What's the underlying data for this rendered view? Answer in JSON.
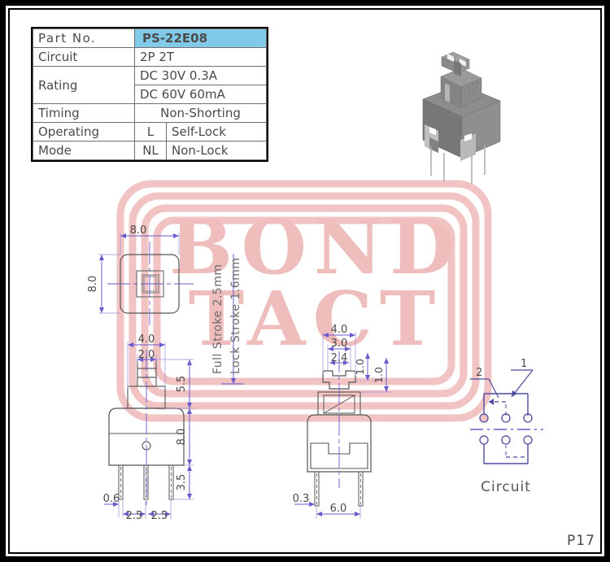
{
  "document": {
    "page_number": "P17",
    "watermark_line1": "BOND",
    "watermark_line2": "TACT"
  },
  "spec_table": {
    "rows": [
      {
        "label": "Part No.",
        "value": "PS-22E08",
        "highlight": true
      },
      {
        "label": "Circuit",
        "value": "2P  2T"
      },
      {
        "label": "Rating",
        "value": "DC  30V  0.3A"
      },
      {
        "label": "Rating2",
        "value": "DC  60V  60mA"
      },
      {
        "label": "Timing",
        "value": "Non-Shorting"
      },
      {
        "label": "Operating",
        "code": "L",
        "value": "Self-Lock"
      },
      {
        "label": "Mode",
        "code": "NL",
        "value": "Non-Lock"
      }
    ],
    "labels": {
      "part_no": "Part No.",
      "circuit": "Circuit",
      "rating": "Rating",
      "timing": "Timing",
      "operating": "Operating",
      "mode": "Mode"
    },
    "values": {
      "part_no": "PS-22E08",
      "circuit": "2P  2T",
      "rating_1": "DC  30V  0.3A",
      "rating_2": "DC  60V  60mA",
      "timing": "Non-Shorting",
      "mode_l_code": "L",
      "mode_l_text": "Self-Lock",
      "mode_nl_code": "NL",
      "mode_nl_text": "Non-Lock"
    },
    "header_color": "#80c9e8"
  },
  "top_view": {
    "width": "8.0",
    "height": "8.0"
  },
  "stroke_notes": {
    "full_stroke": "Full Stroke 2.5mm",
    "lock_stroke": "Lock Stroke 1.6mm"
  },
  "side_view": {
    "plunger_width": "4.0",
    "plunger_inner": "2.0",
    "height_top": "5.5",
    "height_body": "8.0",
    "pin_length": "3.5",
    "pin_width": "0.6",
    "pin_pitch_1": "2.5",
    "pin_pitch_2": "2.5"
  },
  "front_view": {
    "dim_4_0": "4.0",
    "dim_3_0": "3.0",
    "dim_2_4": "2.4",
    "dim_1_0_a": "1.0",
    "dim_1_0_b": "1.0",
    "pin_width": "0.3",
    "pin_pitch": "6.0"
  },
  "circuit_diagram": {
    "caption": "Circuit",
    "label_1": "1",
    "label_2": "2"
  },
  "colors": {
    "watermark": "#f0bdbd",
    "dimension_line": "#6a5acd",
    "part_outline": "#555555",
    "table_header": "#80c9e8",
    "body_3d": "#808080"
  }
}
